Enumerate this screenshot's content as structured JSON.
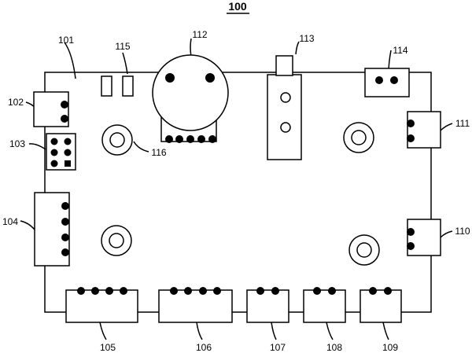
{
  "figure_number": "100",
  "labels": {
    "board": "101",
    "conn_102": "102",
    "conn_103": "103",
    "conn_104": "104",
    "conn_105": "105",
    "conn_106": "106",
    "conn_107": "107",
    "conn_108": "108",
    "conn_109": "109",
    "conn_110": "110",
    "conn_111": "111",
    "component_112": "112",
    "component_113": "113",
    "component_114": "114",
    "component_115": "115",
    "hole_116": "116"
  }
}
